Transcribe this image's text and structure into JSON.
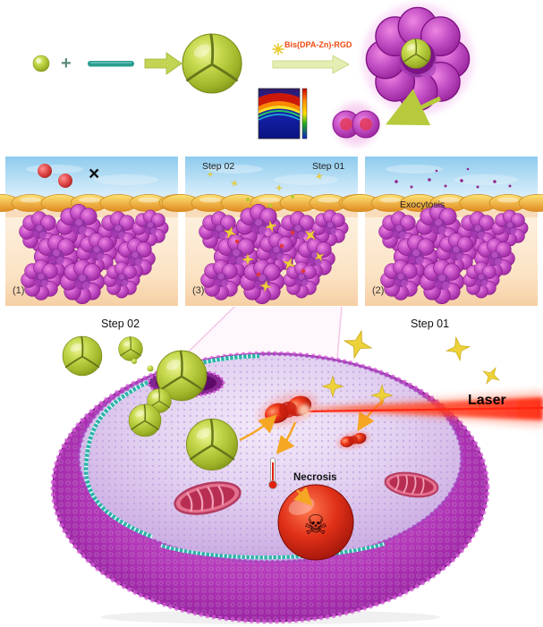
{
  "scheme": {
    "plus_icon": "+",
    "reagent_label": "Bis(DPA-Zn)-RGD"
  },
  "panels": {
    "left": {
      "index_label": "(1)",
      "blocked_icon": "×"
    },
    "center": {
      "index_label": "(3)",
      "step02_label": "Step 02",
      "step01_label": "Step 01"
    },
    "right": {
      "index_label": "(2)",
      "exocytosis_label": "Exocytosis"
    }
  },
  "cell": {
    "step02_label": "Step 02",
    "step01_label": "Step 01",
    "laser_label": "Laser",
    "necrosis_label": "Necrosis",
    "skull_icon": "☠"
  },
  "colors": {
    "nanoparticle_green": "#b2c832",
    "assembly_magenta": "#b93bbf",
    "reagent_label_red": "#f04a10",
    "laser_red": "#ff2410",
    "ligand_yellow": "#e8cc30"
  }
}
